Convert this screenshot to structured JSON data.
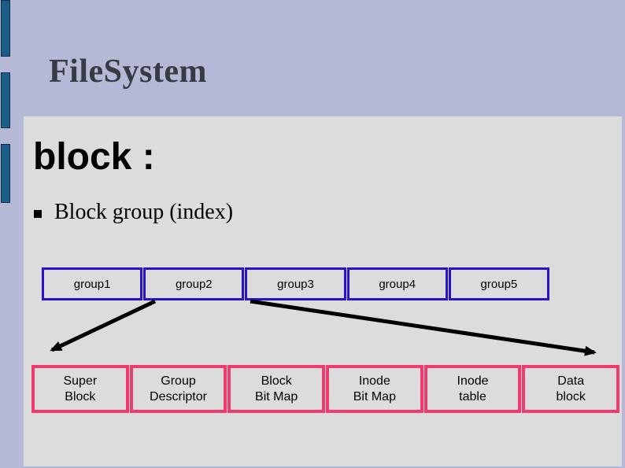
{
  "slide": {
    "title": "FileSystem",
    "heading": "block :",
    "bullet_text": "Block group (index)"
  },
  "group_row": {
    "items": [
      "group1",
      "group2",
      "group3",
      "group4",
      "group5"
    ]
  },
  "block_row": {
    "items": [
      "Super\nBlock",
      "Group\nDescriptor",
      "Block\nBit Map",
      "Inode\nBit Map",
      "Inode\ntable",
      "Data\nblock"
    ]
  },
  "colors": {
    "background": "#b6b9d5",
    "panel": "#dcdcdc",
    "accent_blue": "#2812cd",
    "accent_pink": "#f13a6d",
    "bar_blue": "#1d5d8a",
    "title_text": "#3a3a44",
    "arrow_black": "#000000"
  }
}
